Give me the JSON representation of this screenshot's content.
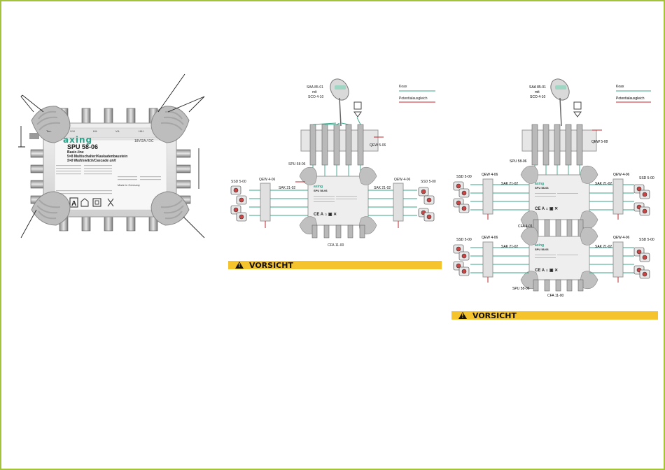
{
  "device": {
    "brand": "axing",
    "model": "SPU 58-06",
    "subtitle_1": "Basic-line",
    "subtitle_2": "5×8 Multischalter/Kaskadenbaustein",
    "subtitle_3": "5×8 Multiswitch/Cascade unit",
    "top_label": "18V/2A / DC",
    "port_labels": [
      "Terr.",
      "V/H",
      "H/L",
      "V/L",
      "H/H"
    ],
    "footer_note": "Made in Germany"
  },
  "diagram_1": {
    "dish": "SAA 85-01",
    "dish_with": "mit",
    "lnb": "SCO 4-10",
    "legend_koax": "Koax",
    "legend_potential": "Potentialausgleich",
    "qew_top": "QEW 5-06",
    "spu": "SPU 58-06",
    "left_ssd": "SSD 5-00",
    "left_qew": "QEW 4-06",
    "left_sak": "SAK 21-02",
    "right_qew": "QEW 4-06",
    "right_ssd": "SSD 5-00",
    "right_sak": "SAK 21-02",
    "cfa": "CFA 11-00"
  },
  "diagram_2": {
    "dish": "SAA 85-01",
    "dish_with": "mit",
    "lnb": "SCO 4-10",
    "legend_koax": "Koax",
    "legend_potential": "Potentialausgleich",
    "qew_top": "QEW 5-08",
    "spu_top": "SPU 58-06",
    "upper_left_ssd": "SSD 5-00",
    "upper_left_qew": "QEW 4-06",
    "upper_left_sak": "SAK 21-02",
    "upper_right_qew": "QEW 4-06",
    "upper_right_ssd": "SSD 5-00",
    "upper_right_sak": "SAK 21-02",
    "cfa_mid": "CFA 4-01",
    "lower_left_ssd": "SSD 5-00",
    "lower_left_qew": "QEW 4-06",
    "lower_left_sak": "SAK 21-02",
    "lower_right_qew": "QEW 4-06",
    "lower_right_ssd": "SSD 5-00",
    "lower_right_sak": "SAK 21-02",
    "spu_bottom": "SPU 58-06",
    "cfa_bottom": "CFA 11-00"
  },
  "warnings": {
    "warning_1": "VORSICHT",
    "warning_2": "VORSICHT"
  },
  "colors": {
    "frame": "#a5c23c",
    "warning": "#f5c32c",
    "koax": "#3aa58a",
    "potential": "#c0272d",
    "brand": "#2aa38a"
  }
}
